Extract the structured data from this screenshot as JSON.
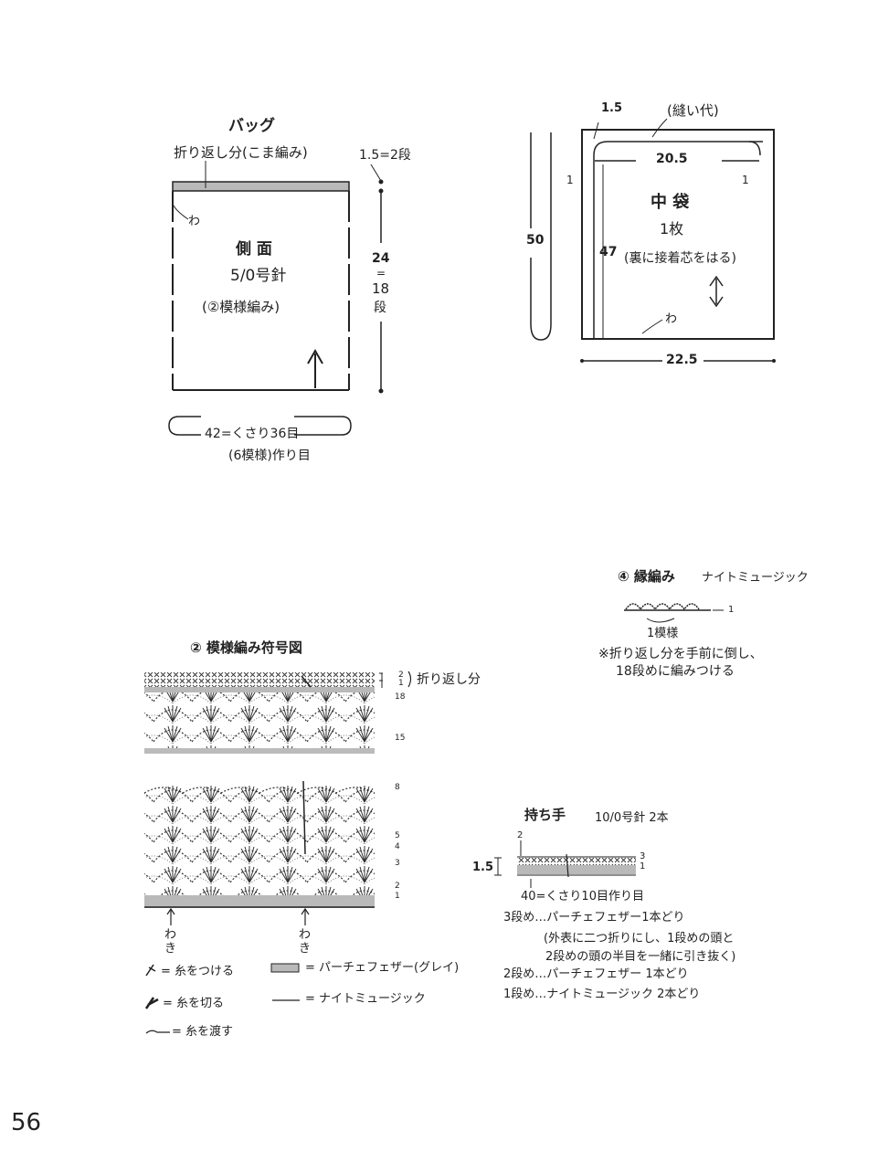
{
  "page_number": "56",
  "bag": {
    "title": "バッグ",
    "fold_label": "折り返し分(こま編み)",
    "fold_dim": "1.5=2段",
    "wa": "わ",
    "side_title": "側 面",
    "needle": "5/0号針",
    "pattern": "(②模様編み)",
    "height_cm": "24",
    "eq": "=",
    "height_rows": "18",
    "height_unit": "段",
    "base_dim": "42=くさり36目",
    "base_note": "(6模様)作り目"
  },
  "inner_bag": {
    "seam_label": "(縫い代)",
    "seam_dim": "1.5",
    "top_width": "20.5",
    "side_seam_left": "1",
    "side_seam_right": "1",
    "title": "中 袋",
    "count": "1枚",
    "note": "(裏に接着芯をはる)",
    "inner_height": "47",
    "outer_height": "50",
    "wa": "わ",
    "bottom_width": "22.5"
  },
  "edge": {
    "title": "④ 縁編み",
    "yarn": "ナイトミュージック",
    "row_label": "1",
    "repeat_label": "1模様",
    "note_line1": "※折り返し分を手前に倒し、",
    "note_line2": "18段めに編みつける"
  },
  "chart": {
    "title": "② 模様編み符号図",
    "fold_label": "折り返し分",
    "row_labels_top": [
      "2",
      "1",
      "18",
      "15"
    ],
    "row_labels_bottom": [
      "8",
      "5",
      "4",
      "3",
      "2",
      "1"
    ],
    "waki_left": "わき",
    "waki_right": "わき"
  },
  "legend": {
    "attach": "= 糸をつける",
    "cut": "= 糸を切る",
    "carry": "= 糸を渡す",
    "gray_yarn": "= パーチェフェザー(グレイ)",
    "night_yarn": "= ナイトミュージック"
  },
  "handle": {
    "title": "持ち手",
    "needle": "10/0号針 2本",
    "row_top": "2",
    "row_3": "3",
    "row_1": "1",
    "height": "1.5",
    "chain": "40=くさり10目作り目",
    "row3_text": "3段め…パーチェフェザー1本どり",
    "note1": "(外表に二つ折りにし、1段めの頭と",
    "note2": "2段めの頭の半目を一緒に引き抜く)",
    "row2_text": "2段め…パーチェフェザー 1本どり",
    "row1_text": "1段め…ナイトミュージック 2本どり"
  },
  "colors": {
    "ink": "#222222",
    "gray_band": "#b9b9b9"
  }
}
